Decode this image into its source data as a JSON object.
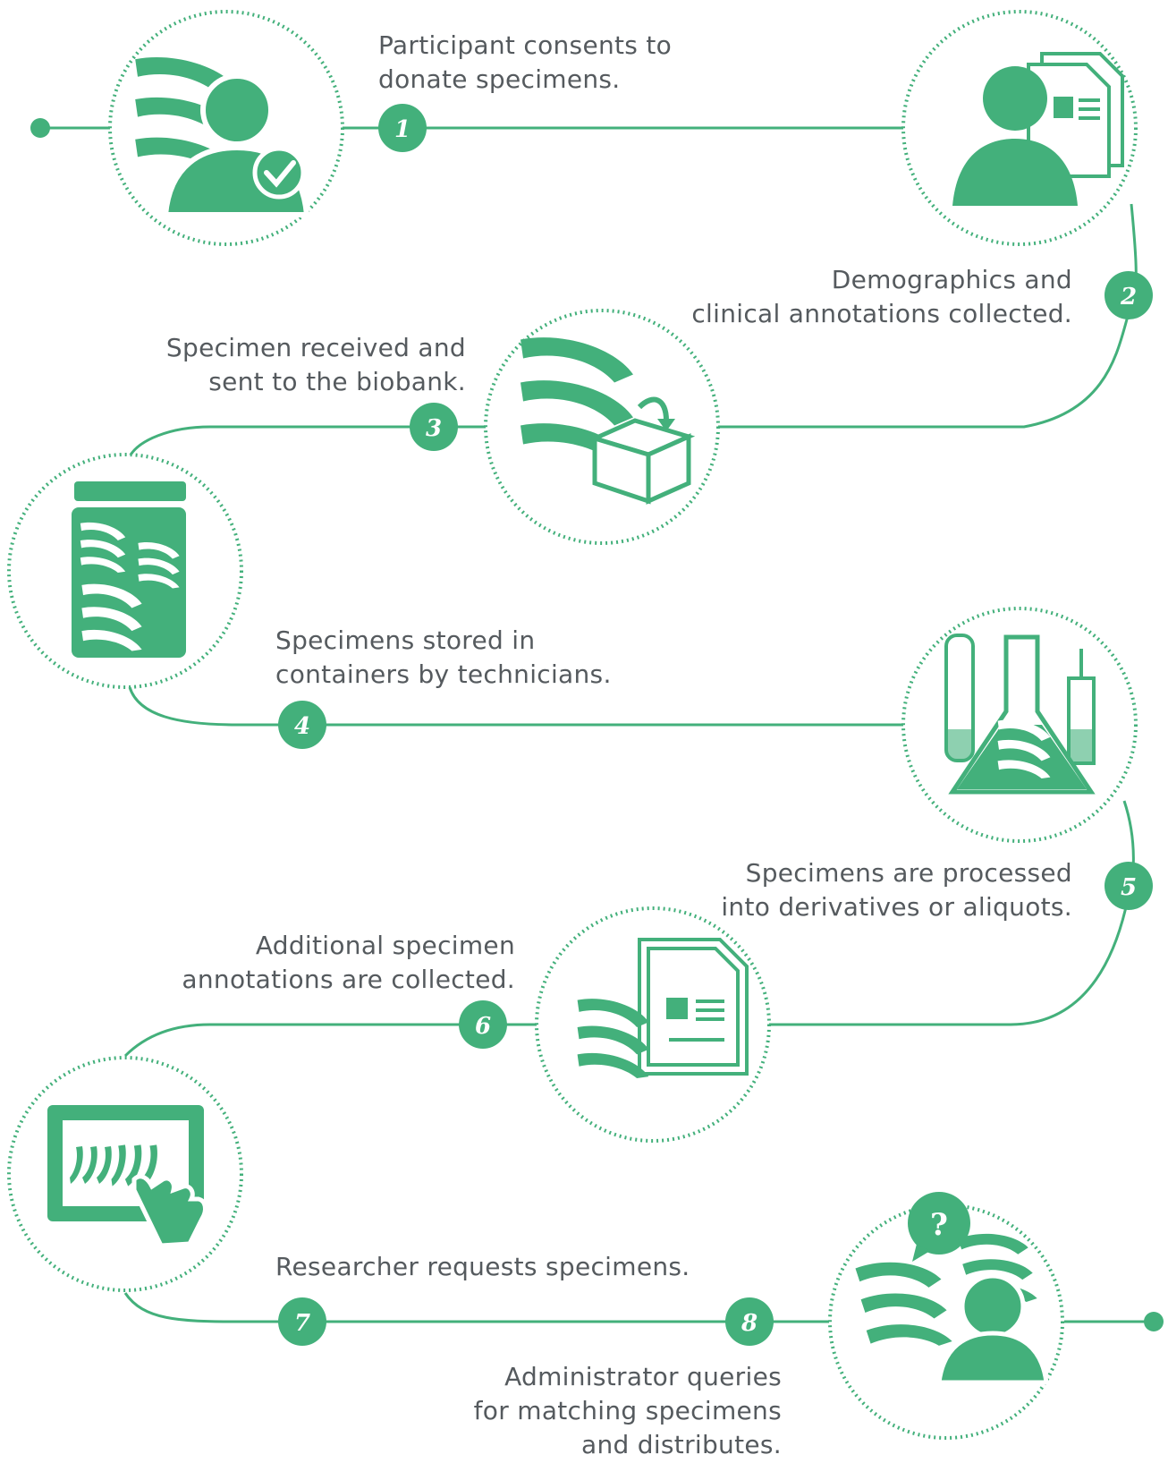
{
  "colors": {
    "accent": "#43b07b",
    "text": "#555a5e",
    "background": "#ffffff"
  },
  "steps": [
    {
      "number": "1",
      "icon": "participant-consent-icon",
      "lines": [
        "Participant consents to",
        "donate specimens."
      ]
    },
    {
      "number": "2",
      "icon": "demographics-document-icon",
      "lines": [
        "Demographics and",
        "clinical annotations collected."
      ]
    },
    {
      "number": "3",
      "icon": "specimen-box-icon",
      "lines": [
        "Specimen received and",
        "sent to the biobank."
      ]
    },
    {
      "number": "4",
      "icon": "storage-container-icon",
      "lines": [
        "Specimens stored in",
        "containers by technicians."
      ]
    },
    {
      "number": "5",
      "icon": "lab-flask-icon",
      "lines": [
        "Specimens are processed",
        "into derivatives or aliquots."
      ]
    },
    {
      "number": "6",
      "icon": "specimen-document-icon",
      "lines": [
        "Additional specimen",
        "annotations are collected."
      ]
    },
    {
      "number": "7",
      "icon": "tablet-request-icon",
      "lines": [
        "Researcher requests specimens."
      ]
    },
    {
      "number": "8",
      "icon": "administrator-query-icon",
      "lines": [
        "Administrator queries",
        "for matching specimens",
        "and distributes."
      ]
    }
  ],
  "question_mark": "?"
}
